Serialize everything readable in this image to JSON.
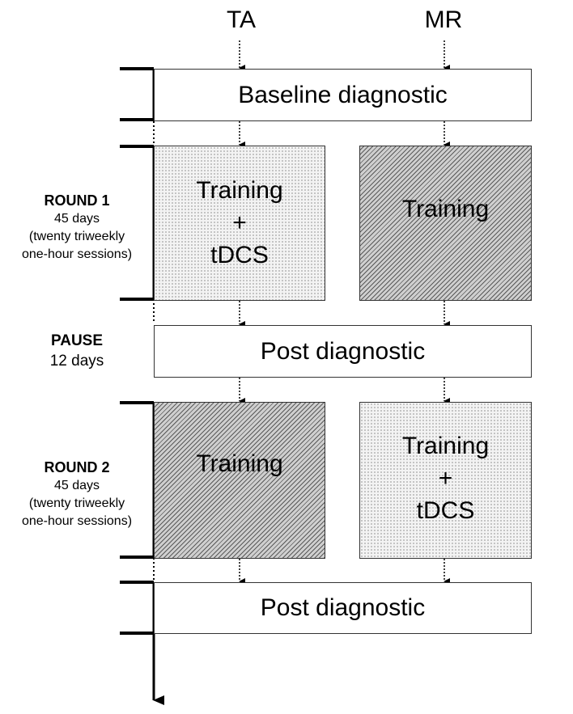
{
  "columns": {
    "ta": "TA",
    "mr": "MR"
  },
  "boxes": {
    "baseline": "Baseline diagnostic",
    "r1_ta": [
      "Training",
      "+",
      "tDCS"
    ],
    "r1_mr": "Training",
    "post1": "Post diagnostic",
    "r2_ta": "Training",
    "r2_mr": [
      "Training",
      "+",
      "tDCS"
    ],
    "post2": "Post diagnostic"
  },
  "phases": {
    "round1": {
      "title": "ROUND 1",
      "duration": "45 days",
      "detail1": "(twenty triweekly",
      "detail2": "one-hour sessions)"
    },
    "pause": {
      "title": "PAUSE",
      "duration": "12 days"
    },
    "round2": {
      "title": "ROUND 2",
      "duration": "45 days",
      "detail1": "(twenty triweekly",
      "detail2": "one-hour sessions)"
    }
  },
  "legend": {
    "dotted_fill": "Training + tDCS",
    "hatched_fill": "Training"
  },
  "colors": {
    "line": "#000000",
    "border": "#333333",
    "hatch": "#5a5a5a",
    "dots": "#8a8a8a"
  }
}
